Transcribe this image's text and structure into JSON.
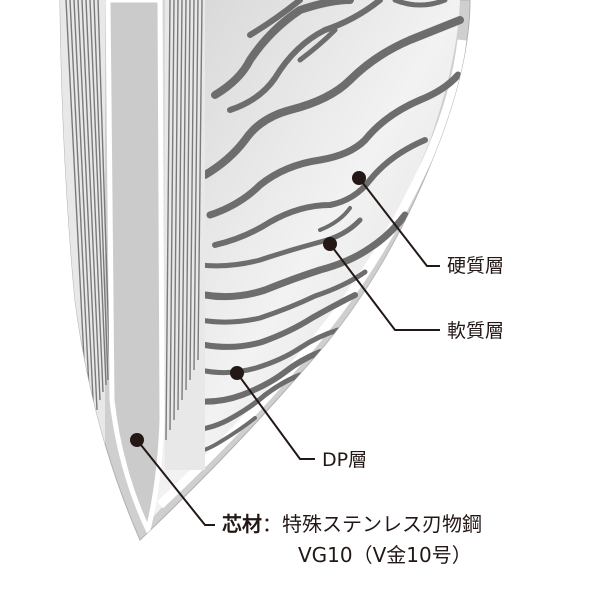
{
  "labels": {
    "hard_layer": "硬質層",
    "soft_layer": "軟質層",
    "dp_layer": "DP層",
    "core_term": "芯材",
    "core_separator": "：",
    "core_material": "特殊ステンレス刃物鋼",
    "core_material_sub": "VG10（V金10号）"
  },
  "colors": {
    "outline": "#231815",
    "blade_light": "#e4e4e4",
    "blade_mid": "#c8c8c8",
    "damascus_dark": "#6d6d6d",
    "stripe": "#7a7a7a",
    "background": "#ffffff"
  }
}
